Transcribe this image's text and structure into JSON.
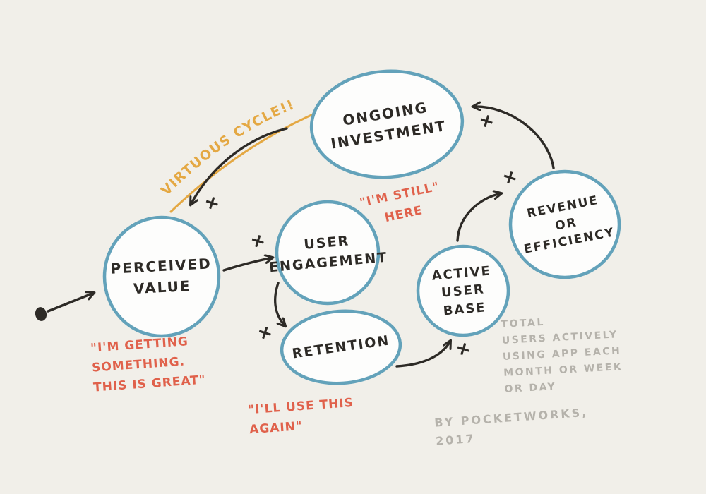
{
  "title": {
    "text": "VIRTUOUS CYCLE!!"
  },
  "nodes": [
    {
      "id": "ongoing-investment",
      "label": "ONGOING\nINVESTMENT"
    },
    {
      "id": "perceived-value",
      "label": "PERCEIVED\nVALUE"
    },
    {
      "id": "user-engagement",
      "label": "USER\nENGAGEMENT"
    },
    {
      "id": "retention",
      "label": "RETENTION"
    },
    {
      "id": "active-user-base",
      "label": "ACTIVE\nUSER\nBASE"
    },
    {
      "id": "revenue-or-efficiency",
      "label": "REVENUE\nOR\nEFFICIENCY"
    }
  ],
  "edges": [
    {
      "from": "perceived-value",
      "to": "user-engagement",
      "polarity": "+"
    },
    {
      "from": "user-engagement",
      "to": "retention",
      "polarity": "+"
    },
    {
      "from": "retention",
      "to": "active-user-base",
      "polarity": "+"
    },
    {
      "from": "active-user-base",
      "to": "revenue-or-efficiency",
      "polarity": "+"
    },
    {
      "from": "revenue-or-efficiency",
      "to": "ongoing-investment",
      "polarity": "+"
    },
    {
      "from": "ongoing-investment",
      "to": "perceived-value",
      "polarity": "+"
    },
    {
      "from": "entry-point",
      "to": "perceived-value",
      "polarity": ""
    }
  ],
  "annotations": {
    "perceived_quote": "\"I'M GETTING\nSOMETHING.\nTHIS IS GREAT\"",
    "retention_quote": "\"I'LL USE THIS\nAGAIN\"",
    "engagement_quote": "\"I'M STILL\"\nHERE",
    "active_user_note": "TOTAL\nUSERS ACTIVELY\nUSING APP EACH\nMONTH OR WEEK\nOR DAY",
    "credit": "BY POCKETWORKS, 2017"
  },
  "colors": {
    "bg": "#F1EFE9",
    "ink": "#2D2A26",
    "node-stroke": "#63A2BA",
    "node-fill": "#FDFDFC",
    "accent-orange": "#E4A843",
    "accent-red": "#E0614B",
    "note-gray": "#B5B2AB"
  }
}
